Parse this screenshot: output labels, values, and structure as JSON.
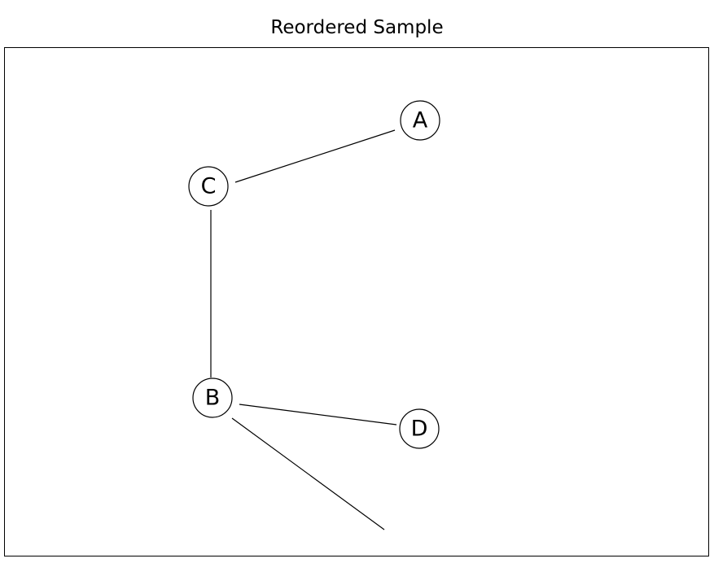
{
  "title": "Reordered Sample",
  "nodes": [
    {
      "id": "A",
      "label": "A"
    },
    {
      "id": "C",
      "label": "C"
    },
    {
      "id": "B",
      "label": "B"
    },
    {
      "id": "D",
      "label": "D"
    }
  ],
  "edges": [
    {
      "from": "C",
      "to": "A"
    },
    {
      "from": "C",
      "to": "B"
    },
    {
      "from": "B",
      "to": "D"
    },
    {
      "from": "B",
      "to": null
    }
  ]
}
